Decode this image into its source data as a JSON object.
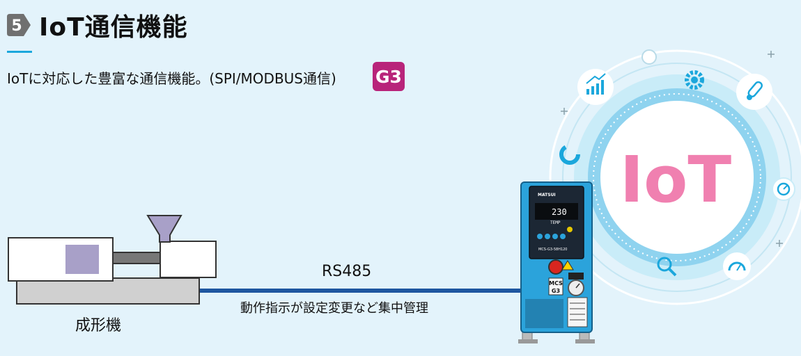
{
  "header": {
    "section_number": "5",
    "title": "IoT通信機能",
    "subtitle": "IoTに対応した豊富な通信機能。(SPI/MODBUS通信)",
    "badge": "G3"
  },
  "diagram": {
    "cable_label": "RS485",
    "cable_description": "動作指示が設定変更など集中管理",
    "machine_label": "成形機",
    "controller": {
      "brand": "MATSUI",
      "display_value": "230",
      "display_sub": "TEMP",
      "model_plate": "MCS-G3-58H120",
      "series_badge_top": "MCS",
      "series_badge_bottom": "G3"
    },
    "iot_label": "IoT"
  },
  "colors": {
    "background": "#e3f3fb",
    "accent": "#1ba7dc",
    "badge": "#b8247a",
    "iot_text": "#f080b0",
    "cable": "#1e56a0",
    "controller_body": "#2ba3db"
  }
}
